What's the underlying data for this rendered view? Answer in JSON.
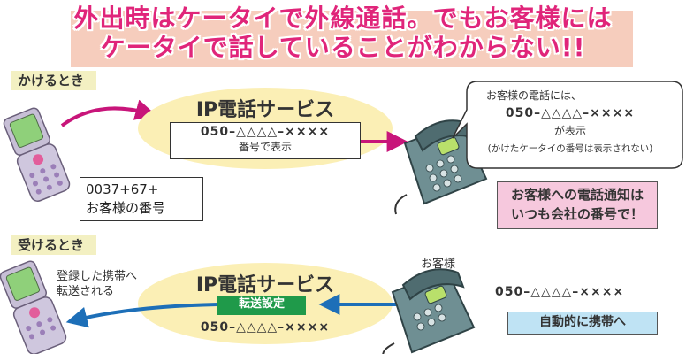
{
  "title": {
    "line1": "外出時はケータイで外線通話。でもお客様には",
    "line2": "ケータイで話していることがわからない!!"
  },
  "outgoing": {
    "label": "かけるとき",
    "service_name": "IP電話サービス",
    "number": "050–△△△△–××××",
    "number_caption": "番号で表示",
    "dial_line1": "0037+67+",
    "dial_line2": "お客様の番号",
    "callout": {
      "line1": "お客様の電話には、",
      "line2": "050–△△△△–××××",
      "line3": "が表示",
      "line4": "(かけたケータイの番号は表示されない)"
    },
    "notice_line1": "お客様への電話通知は",
    "notice_line2": "いつも会社の番号で！"
  },
  "incoming": {
    "label": "受けるとき",
    "service_name": "IP電話サービス",
    "transfer_tag": "転送設定",
    "number": "050–△△△△–××××",
    "forward_text_line1": "登録した携帯へ",
    "forward_text_line2": "転送される",
    "customer_label": "お客様",
    "customer_number": "050–△△△△–××××",
    "auto_label": "自動的に携帯へ"
  },
  "colors": {
    "title": "#e0257a",
    "arrow_magenta": "#c8157a",
    "arrow_blue": "#1d6fb8",
    "bubble": "#fbefb5",
    "pink_box": "#f6c8dd",
    "blue_box": "#bfe3f4",
    "green_tag": "#1f9a4a"
  }
}
